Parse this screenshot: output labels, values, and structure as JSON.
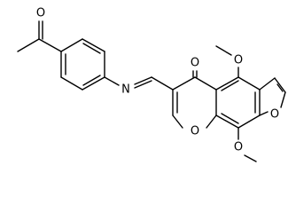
{
  "molecule": {
    "atom_labels": {
      "imine_n": "N",
      "ketone_o": "O",
      "acetyl_o": "O",
      "methoxy_o_top": "O",
      "methoxy_o_bottom": "O",
      "pyran_o": "O",
      "furan_o": "O"
    }
  }
}
